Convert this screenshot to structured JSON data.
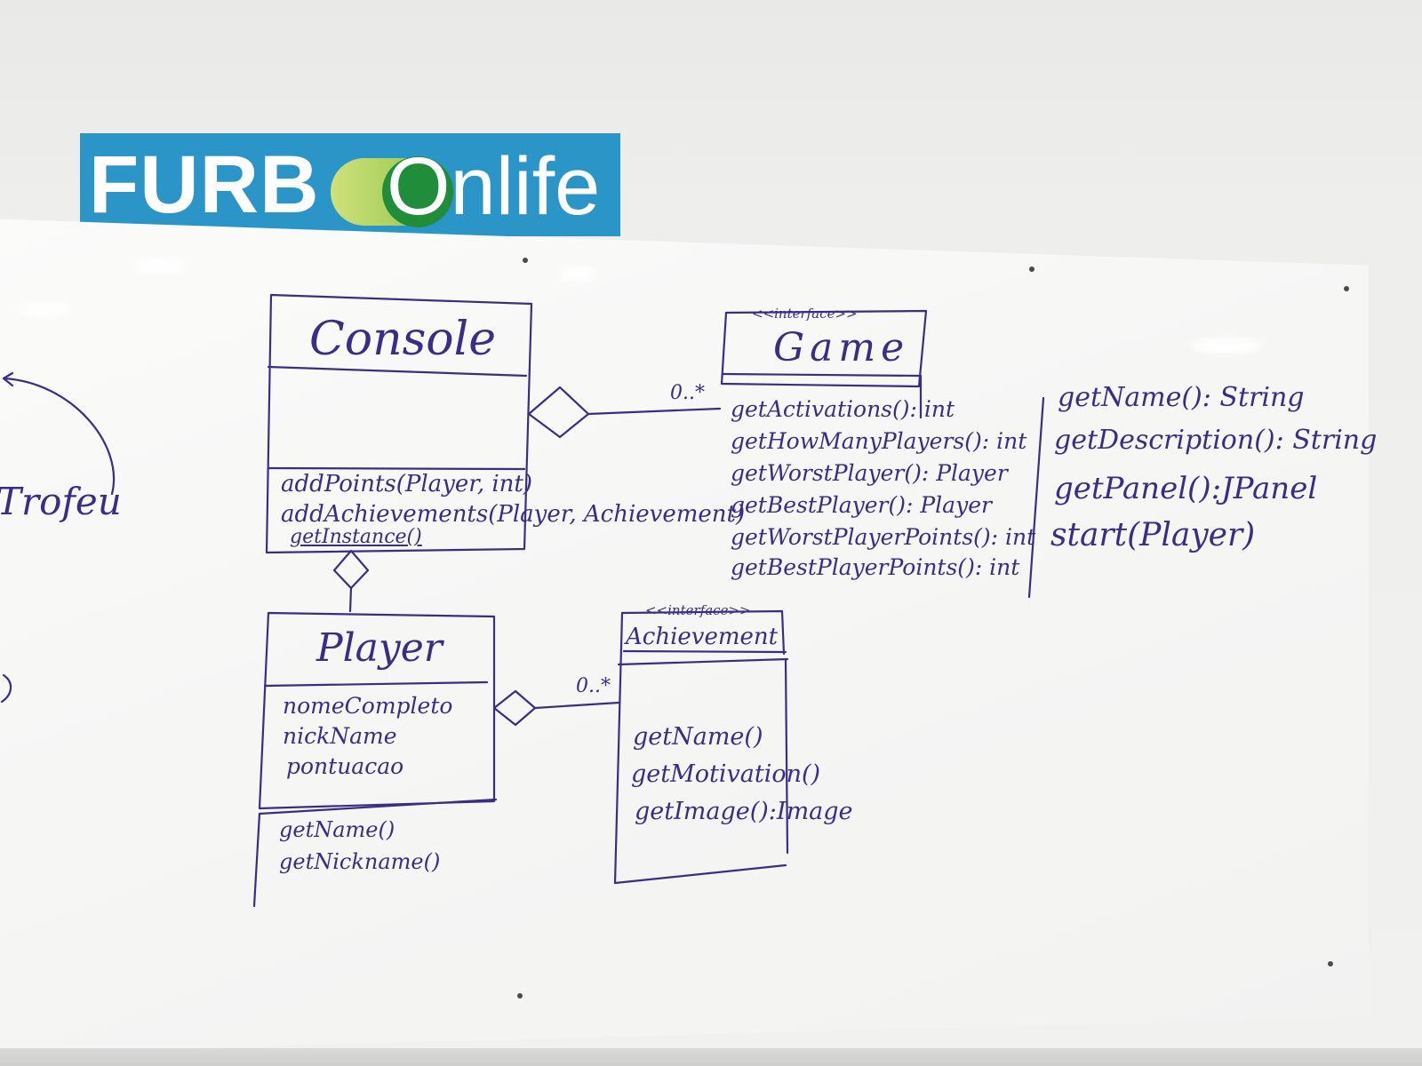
{
  "logo": {
    "part1": "FURB",
    "part2": "Onlife"
  },
  "left_margin": {
    "fragment": "Trofeu"
  },
  "console": {
    "name": "Console",
    "methods": [
      "addPoints(Player, int)",
      "addAchievements(Player, Achievement)",
      "getInstance()"
    ]
  },
  "game": {
    "stereotype": "<<interface>>",
    "name": "Game",
    "multiplicity": "0..*",
    "methods": [
      "getActivations(): int",
      "getHowManyPlayers(): int",
      "getWorstPlayer(): Player",
      "getBestPlayer(): Player",
      "getWorstPlayerPoints(): int",
      "getBestPlayerPoints(): int"
    ],
    "extra_methods": [
      "getName(): String",
      "getDescription(): String",
      "getPanel():JPanel",
      "start(Player)"
    ]
  },
  "player": {
    "name": "Player",
    "attributes": [
      "nomeCompleto",
      "nickName",
      "pontuacao"
    ],
    "methods": [
      "getName()",
      "getNickname()"
    ]
  },
  "achievement": {
    "stereotype": "<<interface>>",
    "name": "Achievement",
    "multiplicity": "0..*",
    "methods": [
      "getName()",
      "getMotivation()",
      "getImage():Image"
    ]
  }
}
